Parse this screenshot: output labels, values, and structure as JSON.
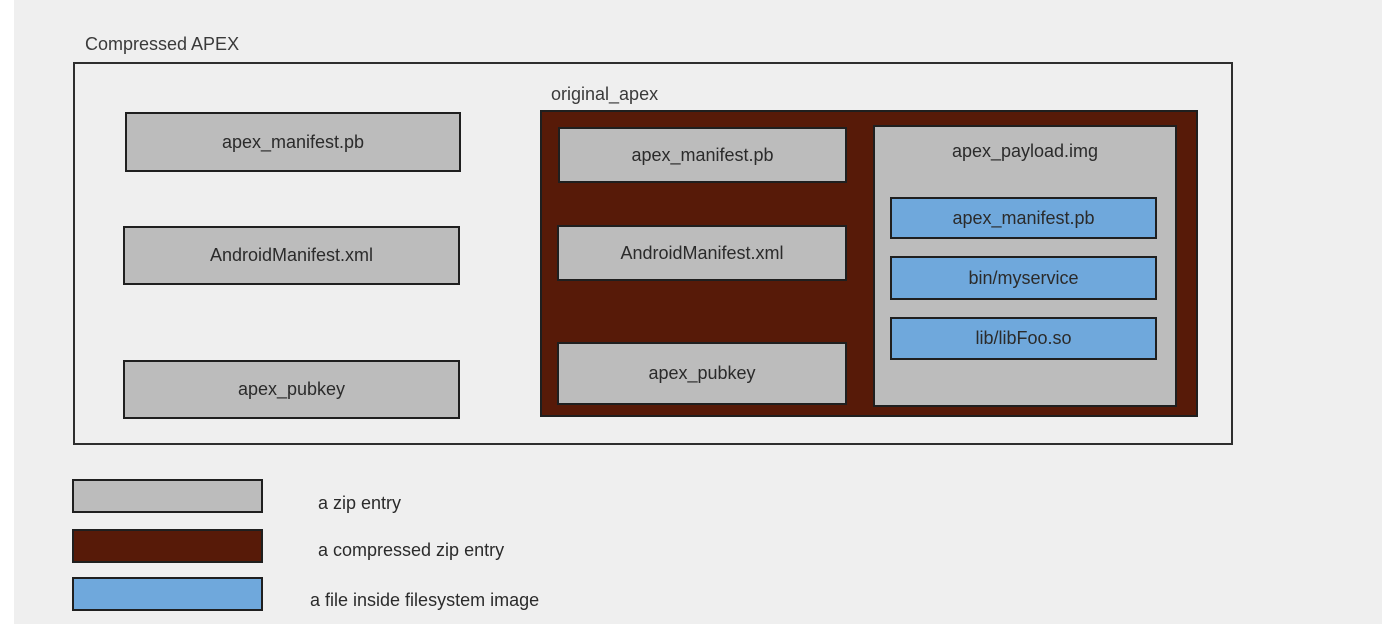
{
  "colors": {
    "background": "#efefef",
    "letterbox": "#ffffff",
    "zip_entry_fill": "#bcbcbc",
    "compressed_fill": "#571a08",
    "fs_file_fill": "#6fa8dc",
    "box_border": "#1f1f1f",
    "outer_border": "#2e2e2e",
    "text": "#2b2b2b",
    "title_text": "#3a3a3a"
  },
  "diagram": {
    "title": "Compressed APEX",
    "zip_entries": [
      "apex_manifest.pb",
      "AndroidManifest.xml",
      "apex_pubkey"
    ],
    "original_apex": {
      "label": "original_apex",
      "zip_entries": [
        "apex_manifest.pb",
        "AndroidManifest.xml",
        "apex_pubkey"
      ],
      "payload": {
        "label": "apex_payload.img",
        "files": [
          "apex_manifest.pb",
          "bin/myservice",
          "lib/libFoo.so"
        ]
      }
    }
  },
  "legend": {
    "items": [
      {
        "swatch": "zip-entry-swatch",
        "label": "a zip entry"
      },
      {
        "swatch": "compressed-zip-entry-swatch",
        "label": "a compressed zip entry"
      },
      {
        "swatch": "filesystem-file-swatch",
        "label": "a file inside filesystem image"
      }
    ]
  }
}
